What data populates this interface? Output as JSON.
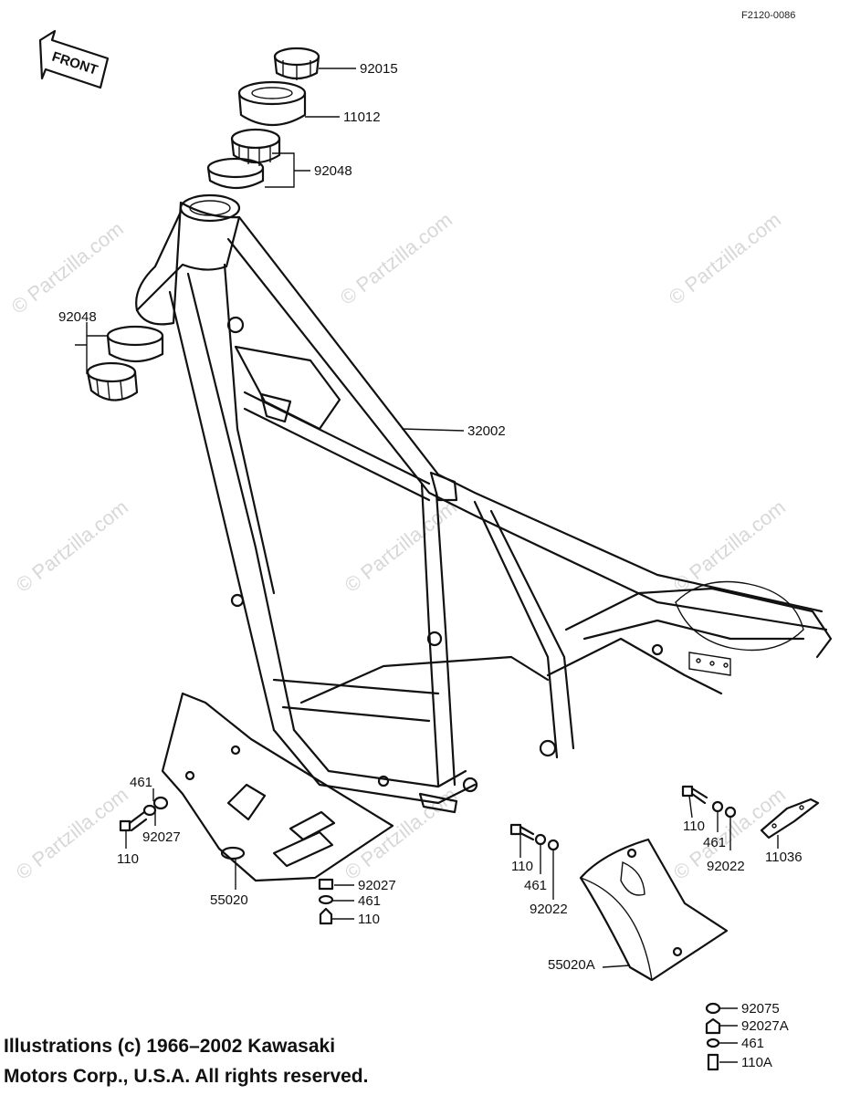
{
  "diagram": {
    "figure_code": "F2120-0086",
    "front_label": "FRONT",
    "watermark": "© Partzilla.com",
    "parts": {
      "p92015": "92015",
      "p11012": "11012",
      "p92048a": "92048",
      "p92048b": "92048",
      "p32002": "32002",
      "p461a": "461",
      "p92027a": "92027",
      "p110a": "110",
      "p55020": "55020",
      "p92027b": "92027",
      "p461b": "461",
      "p110b": "110",
      "p110c": "110",
      "p461c": "461",
      "p92022a": "92022",
      "p110d": "110",
      "p461d": "461",
      "p92022b": "92022",
      "p11036": "11036",
      "p55020A": "55020A",
      "p92075": "92075",
      "p92027A": "92027A",
      "p461e": "461",
      "p110A": "110A"
    },
    "copyright_line1": "Illustrations (c) 1966–2002 Kawasaki",
    "copyright_line2": "Motors Corp., U.S.A.  All rights reserved."
  }
}
